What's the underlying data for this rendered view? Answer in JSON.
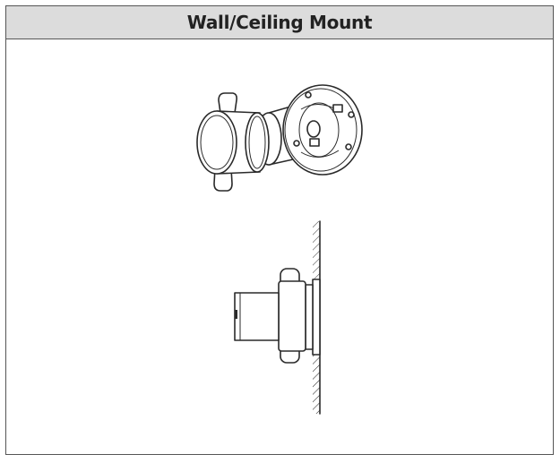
{
  "header": {
    "title": "Wall/Ceiling Mount"
  },
  "colors": {
    "header_bg": "#dcdcdc",
    "border": "#555555",
    "line": "#2a2a2a"
  },
  "figures": [
    {
      "name": "mount-perspective-view"
    },
    {
      "name": "mount-side-view-on-wall"
    }
  ]
}
